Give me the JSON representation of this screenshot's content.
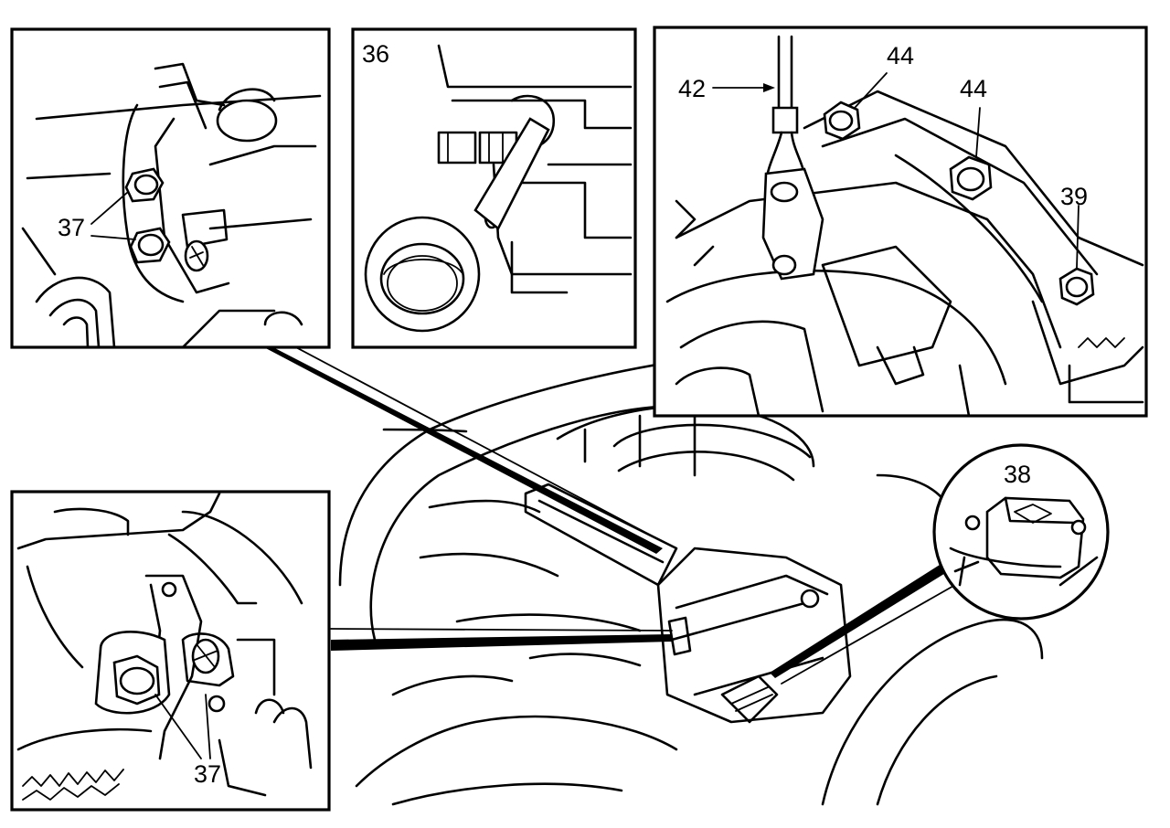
{
  "callouts": {
    "top_left_37": "37",
    "top_middle_36": "36",
    "top_right_42": "42",
    "top_right_44_a": "44",
    "top_right_44_b": "44",
    "top_right_39": "39",
    "circle_38": "38",
    "bottom_left_37": "37"
  }
}
